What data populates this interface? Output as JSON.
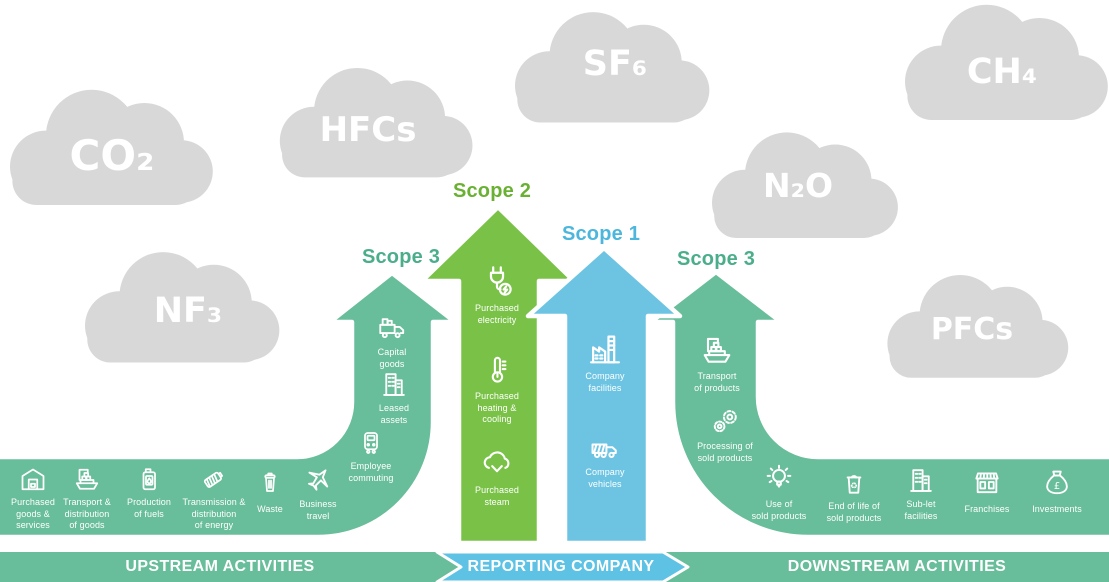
{
  "clouds": [
    {
      "name": "co2",
      "label": "CO₂"
    },
    {
      "name": "hfcs",
      "label": "HFCs"
    },
    {
      "name": "sf6",
      "label": "SF₆"
    },
    {
      "name": "ch4",
      "label": "CH₄"
    },
    {
      "name": "n2o",
      "label": "N₂O"
    },
    {
      "name": "nf3",
      "label": "NF₃"
    },
    {
      "name": "pfcs",
      "label": "PFCs"
    }
  ],
  "scope_labels": {
    "scope3_upstream": {
      "label": "Scope 3",
      "color": "#4bae8b"
    },
    "scope2": {
      "label": "Scope 2",
      "color": "#6ab133"
    },
    "scope1": {
      "label": "Scope 1",
      "color": "#4cb6dc"
    },
    "scope3_downstream": {
      "label": "Scope 3",
      "color": "#4bae8b"
    }
  },
  "upstream_band": {
    "items": [
      {
        "icon": "warehouse-icon",
        "label": "Purchased\ngoods &\nservices"
      },
      {
        "icon": "cargo-ship-icon",
        "label": "Transport &\ndistribution\nof goods"
      },
      {
        "icon": "fuel-can-icon",
        "label": "Production\nof fuels"
      },
      {
        "icon": "battery-icon",
        "label": "Transmission &\ndistribution\nof energy"
      },
      {
        "icon": "waste-bin-icon",
        "label": "Waste"
      },
      {
        "icon": "airplane-icon",
        "label": "Business\ntravel"
      }
    ]
  },
  "upstream_arrow": {
    "items": [
      {
        "icon": "delivery-truck-icon",
        "label": "Capital\ngoods"
      },
      {
        "icon": "buildings-icon",
        "label": "Leased\nassets"
      },
      {
        "icon": "train-icon",
        "label": "Employee\ncommuting"
      }
    ]
  },
  "scope2_arrow": {
    "items": [
      {
        "icon": "plug-icon",
        "label": "Purchased\nelectricity"
      },
      {
        "icon": "thermometer-icon",
        "label": "Purchased\nheating &\ncooling"
      },
      {
        "icon": "steam-cloud-icon",
        "label": "Purchased\nsteam"
      }
    ]
  },
  "scope1_arrow": {
    "items": [
      {
        "icon": "factory-icon",
        "label": "Company\nfacilities"
      },
      {
        "icon": "truck-icon",
        "label": "Company\nvehicles"
      }
    ]
  },
  "downstream_arrow": {
    "items": [
      {
        "icon": "ship-icon",
        "label": "Transport\nof products"
      },
      {
        "icon": "gears-icon",
        "label": "Processing of\nsold products"
      }
    ]
  },
  "downstream_band": {
    "items": [
      {
        "icon": "lightbulb-icon",
        "label": "Use of\nsold products"
      },
      {
        "icon": "recycle-bin-icon",
        "label": "End of life of\nsold products"
      },
      {
        "icon": "sublet-buildings-icon",
        "label": "Sub-let\nfacilities"
      },
      {
        "icon": "storefront-icon",
        "label": "Franchises"
      },
      {
        "icon": "money-bag-icon",
        "label": "Investments"
      }
    ]
  },
  "footer": {
    "upstream": "UPSTREAM ACTIVITIES",
    "reporting": "REPORTING COMPANY",
    "downstream": "DOWNSTREAM ACTIVITIES"
  },
  "colors": {
    "teal": "#68bd9a",
    "green": "#7ac247",
    "blue": "#6cc4e2",
    "cloud_gray": "#d8d8d8",
    "footer_blue": "#5ec2e5",
    "text_white": "#ffffff"
  }
}
